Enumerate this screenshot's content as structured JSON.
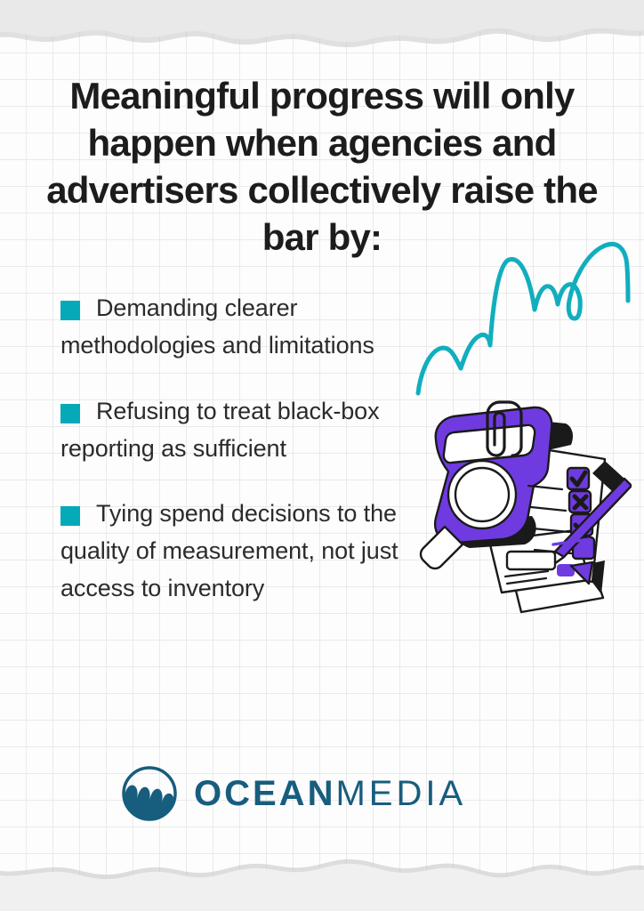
{
  "poster": {
    "background_color": "#fdfdfd",
    "accent_teal": "#06a9b8",
    "accent_purple": "#6f3be0",
    "logo_blue": "#175d7e",
    "text_color": "#2b2b2b",
    "title_color": "#1c1c1c"
  },
  "heading": {
    "text": "Meaningful progress will only happen when agencies and advertisers collectively raise the bar by:"
  },
  "bullets": [
    {
      "text": "Demanding clearer methodologies and limitations"
    },
    {
      "text": "Refusing to treat black-box reporting as sufficient"
    },
    {
      "text": "Tying spend decisions to the quality of measurement, not just access to inventory"
    }
  ],
  "logo": {
    "primary": "OCEAN",
    "secondary": "MEDIA",
    "mark": "ocean-wave-circle-icon"
  },
  "decorations": {
    "doodle": "teal-ascending-squiggle",
    "illustration": "clipboard-checklist-magnifier-pen-illustration"
  }
}
